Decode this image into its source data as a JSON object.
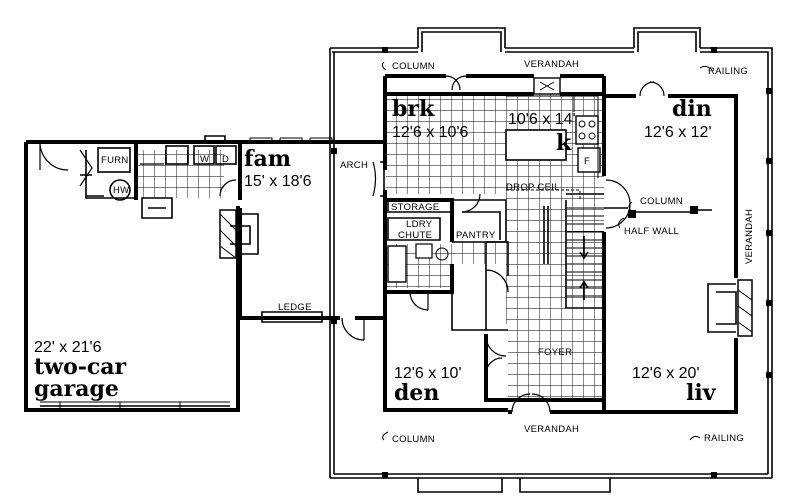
{
  "rooms": {
    "garage": {
      "dims": "22' x 21'6",
      "name_line1": "two-car",
      "name_line2": "garage"
    },
    "family": {
      "name": "fam",
      "dims": "15' x 18'6"
    },
    "breakfast": {
      "name": "brk",
      "dims": "12'6 x 10'6"
    },
    "kitchen": {
      "name": "k",
      "dims": "10'6 x 14'"
    },
    "dining": {
      "name": "din",
      "dims": "12'6 x 12'"
    },
    "den": {
      "dims": "12'6 x 10'",
      "name": "den"
    },
    "living": {
      "dims": "12'6 x 20'",
      "name": "liv"
    }
  },
  "labels": {
    "furnace": "FURN",
    "hot_water": "HW",
    "washer": "W",
    "dryer": "D",
    "arch": "ARCH",
    "storage": "STORAGE",
    "laundry_chute_1": "LDRY",
    "laundry_chute_2": "CHUTE",
    "pantry": "PANTRY",
    "drop_ceiling": "DROP CEIL",
    "column_top": "COLUMN",
    "column_mid": "COLUMN",
    "column_bottom": "COLUMN",
    "verandah_top": "VERANDAH",
    "verandah_right": "VERANDAH",
    "verandah_bottom": "VERANDAH",
    "railing_top": "RAILING",
    "railing_bottom": "RAILING",
    "half_wall": "HALF WALL",
    "ledge": "LEDGE",
    "foyer": "FOYER",
    "fridge": "F"
  }
}
